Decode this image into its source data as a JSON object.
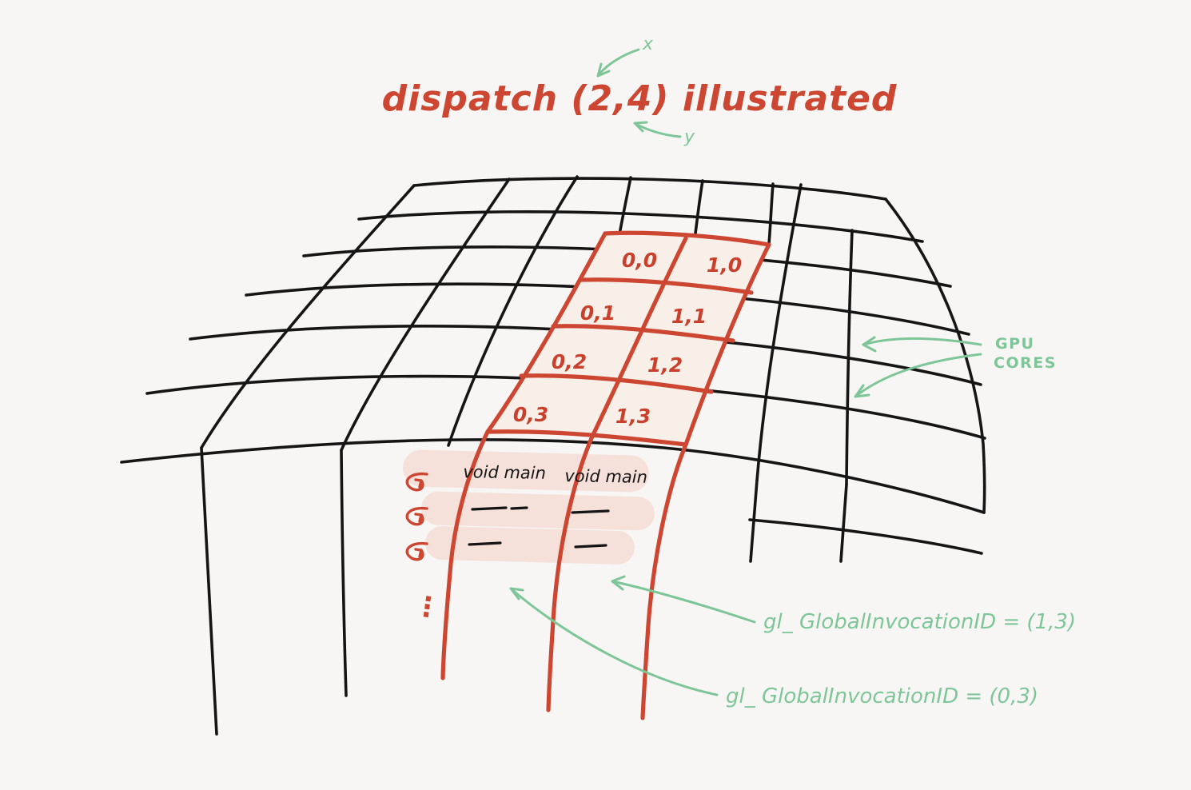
{
  "title": "dispatch (2,4) illustrated",
  "axis": {
    "x": "x",
    "y": "y"
  },
  "grid_label": {
    "line1": "GPU",
    "line2": "CORES"
  },
  "cells": [
    "0,0",
    "1,0",
    "0,1",
    "1,1",
    "0,2",
    "1,2",
    "0,3",
    "1,3"
  ],
  "workgroups": [
    {
      "header": "void main"
    },
    {
      "header": "void main"
    }
  ],
  "annotations": {
    "invocation_right": "gl_ GlobalInvocationID = (1,3)",
    "invocation_left": "gl_ GlobalInvocationID = (0,3)",
    "ellipsis": "⋮"
  },
  "colors": {
    "background": "#f7f6f4",
    "ink": "#151515",
    "red": "#cd4631",
    "pink": "#f6e1da",
    "green": "#7ec698"
  }
}
